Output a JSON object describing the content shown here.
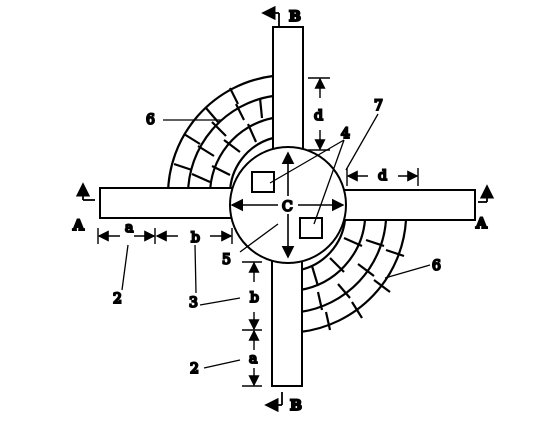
{
  "diagram": {
    "labels": {
      "section_a": "A",
      "section_b": "B",
      "dim_a": "a",
      "dim_b": "b",
      "dim_c": "C",
      "dim_d": "d",
      "callout_2": "2",
      "callout_3": "3",
      "callout_4": "4",
      "callout_5": "5",
      "callout_6": "6",
      "callout_7": "7"
    },
    "colors": {
      "line": "#000000",
      "background": "#ffffff"
    }
  }
}
